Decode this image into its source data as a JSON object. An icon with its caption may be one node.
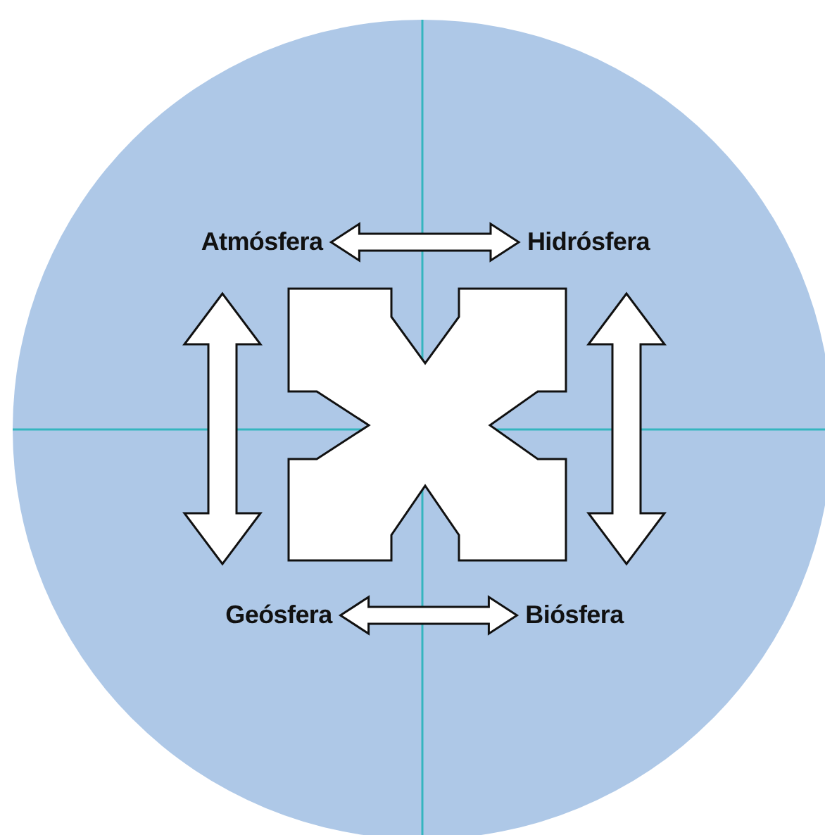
{
  "diagram": {
    "nodes": [
      {
        "text": [
          "Atmósfera"
        ]
      },
      {
        "text": [
          "Hidrósfera"
        ]
      },
      {
        "text": [
          "Geósfera"
        ]
      },
      {
        "text": [
          "Biósfera"
        ]
      }
    ],
    "edges": [
      {
        "from": 0,
        "to": 1,
        "arrow": "both"
      },
      {
        "from": 0,
        "to": 2,
        "arrow": "both"
      },
      {
        "from": 1,
        "to": 3,
        "arrow": "both"
      },
      {
        "from": 2,
        "to": 3,
        "arrow": "both"
      }
    ]
  }
}
